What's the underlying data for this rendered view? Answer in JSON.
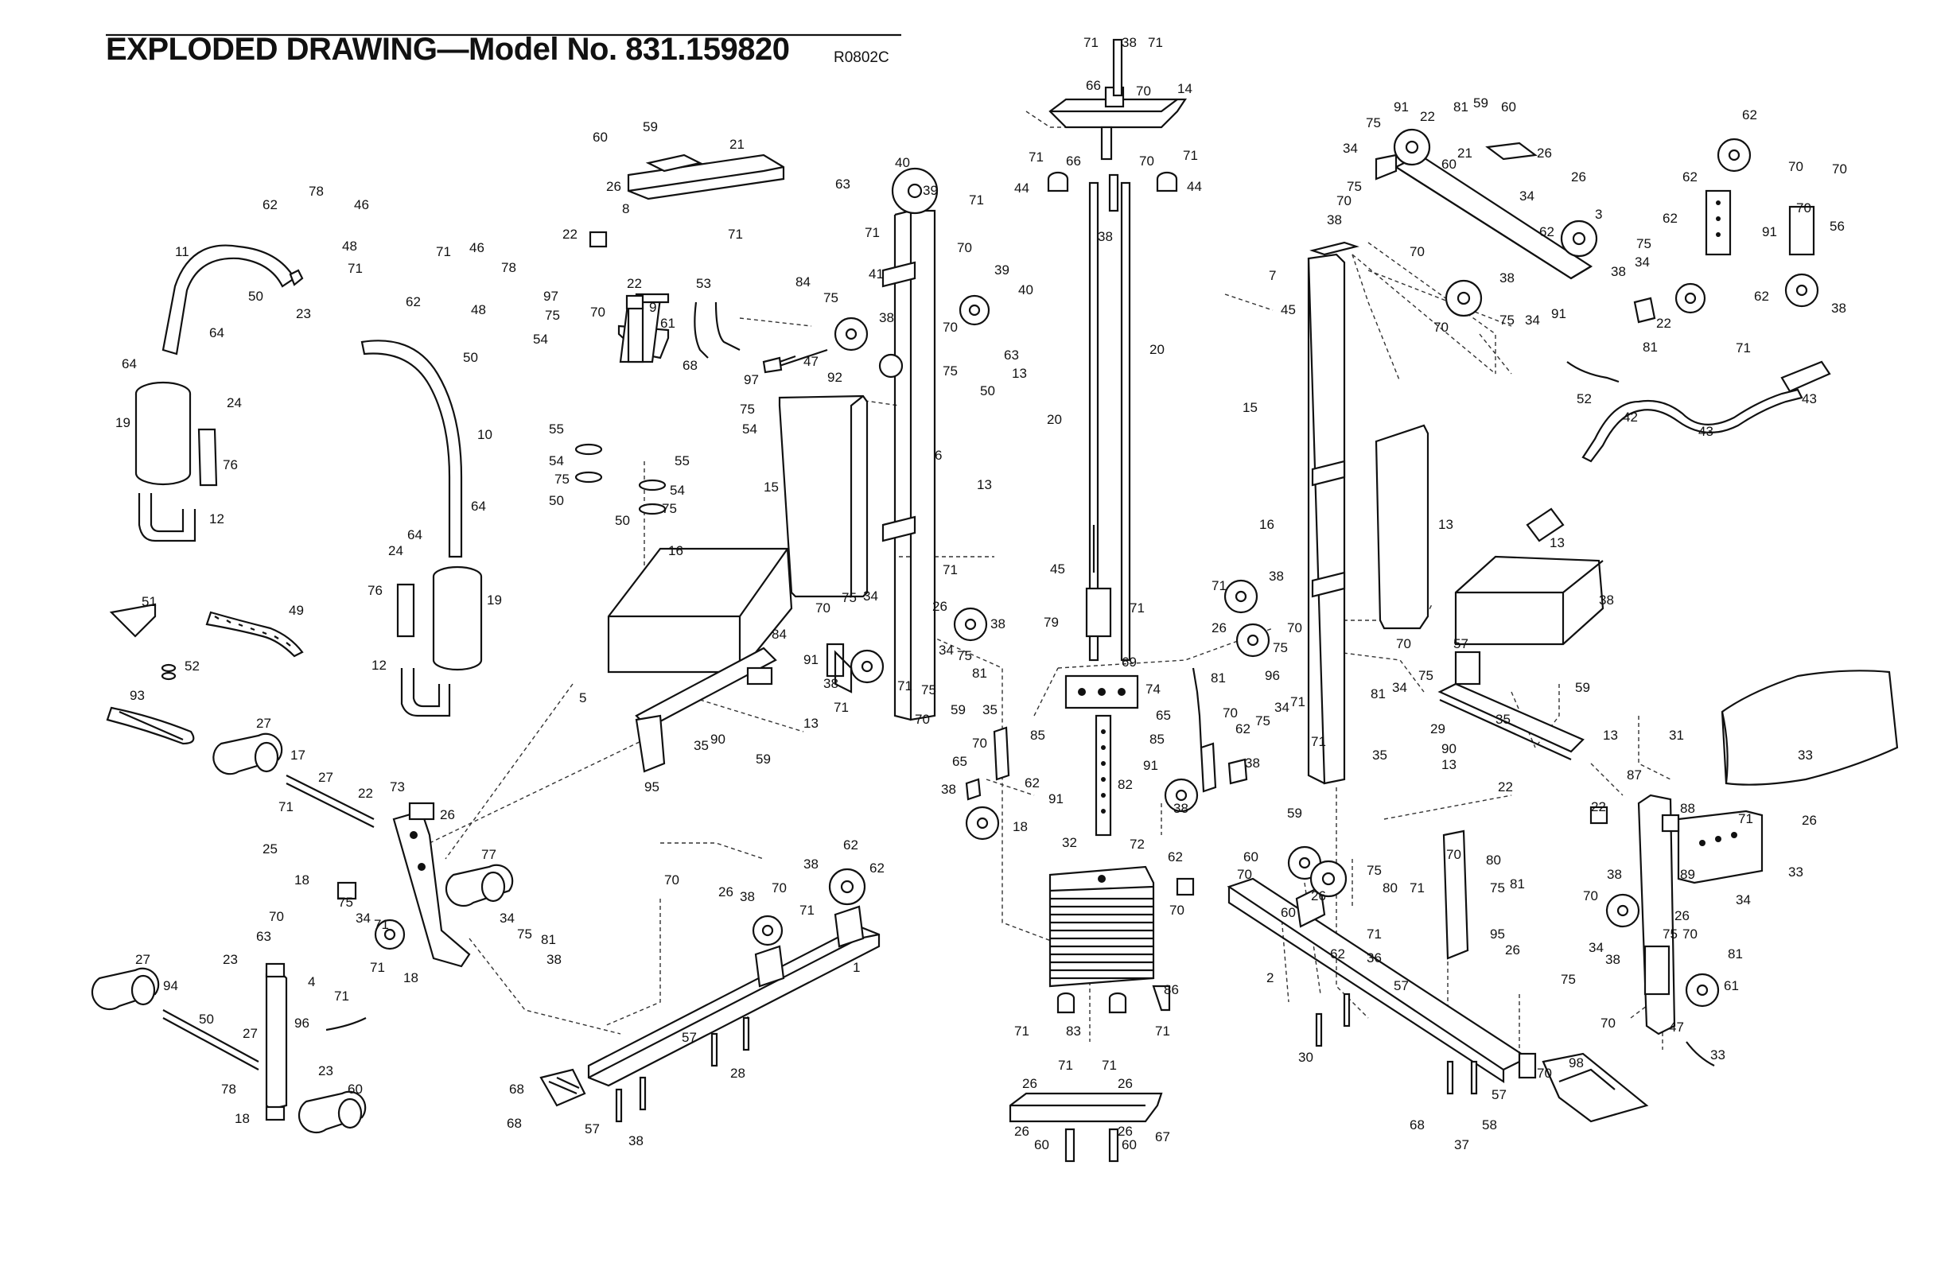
{
  "header": {
    "title": "EXPLODED DRAWING—Model No. 831.159820",
    "code": "R0802C"
  },
  "callouts": [
    {
      "id": "c1",
      "text": "71"
    },
    {
      "id": "c2",
      "text": "38"
    },
    {
      "id": "c3",
      "text": "71"
    },
    {
      "id": "c4",
      "text": "66"
    },
    {
      "id": "c5",
      "text": "70"
    },
    {
      "id": "c6",
      "text": "14"
    },
    {
      "id": "c7",
      "text": "71"
    },
    {
      "id": "c8",
      "text": "66"
    },
    {
      "id": "c9",
      "text": "70"
    },
    {
      "id": "c10",
      "text": "71"
    },
    {
      "id": "c11",
      "text": "44"
    },
    {
      "id": "c12",
      "text": "44"
    },
    {
      "id": "c13",
      "text": "38"
    },
    {
      "id": "c14",
      "text": "20"
    },
    {
      "id": "c15",
      "text": "20"
    },
    {
      "id": "c16",
      "text": "45"
    },
    {
      "id": "c17",
      "text": "71"
    },
    {
      "id": "c18",
      "text": "79"
    },
    {
      "id": "c19",
      "text": "69"
    },
    {
      "id": "c20",
      "text": "74"
    },
    {
      "id": "c21",
      "text": "82"
    },
    {
      "id": "c22",
      "text": "32"
    },
    {
      "id": "c23",
      "text": "72"
    },
    {
      "id": "c24",
      "text": "86"
    },
    {
      "id": "c25",
      "text": "83"
    },
    {
      "id": "c26",
      "text": "71"
    },
    {
      "id": "c27",
      "text": "71"
    },
    {
      "id": "c28",
      "text": "26"
    },
    {
      "id": "c29",
      "text": "71"
    },
    {
      "id": "c30",
      "text": "71"
    },
    {
      "id": "c31",
      "text": "26"
    },
    {
      "id": "c32",
      "text": "26"
    },
    {
      "id": "c33",
      "text": "26"
    },
    {
      "id": "c34",
      "text": "67"
    },
    {
      "id": "c35",
      "text": "60"
    },
    {
      "id": "c36",
      "text": "60"
    },
    {
      "id": "c37",
      "text": "59"
    },
    {
      "id": "c38",
      "text": "60"
    },
    {
      "id": "c39",
      "text": "21"
    },
    {
      "id": "c40",
      "text": "26"
    },
    {
      "id": "c41",
      "text": "8"
    },
    {
      "id": "c42",
      "text": "71"
    },
    {
      "id": "c43",
      "text": "22"
    },
    {
      "id": "c44",
      "text": "62"
    },
    {
      "id": "c45",
      "text": "78"
    },
    {
      "id": "c46",
      "text": "46"
    },
    {
      "id": "c47",
      "text": "48"
    },
    {
      "id": "c48",
      "text": "71"
    },
    {
      "id": "c49",
      "text": "11"
    },
    {
      "id": "c50",
      "text": "50"
    },
    {
      "id": "c51",
      "text": "23"
    },
    {
      "id": "c52",
      "text": "64"
    },
    {
      "id": "c53",
      "text": "64"
    },
    {
      "id": "c54",
      "text": "19"
    },
    {
      "id": "c55",
      "text": "24"
    },
    {
      "id": "c56",
      "text": "76"
    },
    {
      "id": "c57",
      "text": "12"
    },
    {
      "id": "c58",
      "text": "71"
    },
    {
      "id": "c59",
      "text": "46"
    },
    {
      "id": "c60",
      "text": "78"
    },
    {
      "id": "c61",
      "text": "62"
    },
    {
      "id": "c62",
      "text": "48"
    },
    {
      "id": "c63",
      "text": "50"
    },
    {
      "id": "c64",
      "text": "10"
    },
    {
      "id": "c65",
      "text": "64"
    },
    {
      "id": "c66",
      "text": "64"
    },
    {
      "id": "c67",
      "text": "24"
    },
    {
      "id": "c68",
      "text": "76"
    },
    {
      "id": "c69",
      "text": "19"
    },
    {
      "id": "c70",
      "text": "12"
    },
    {
      "id": "c71",
      "text": "51"
    },
    {
      "id": "c72",
      "text": "49"
    },
    {
      "id": "c73",
      "text": "52"
    },
    {
      "id": "c74",
      "text": "93"
    },
    {
      "id": "c75",
      "text": "97"
    },
    {
      "id": "c76",
      "text": "70"
    },
    {
      "id": "c77",
      "text": "9"
    },
    {
      "id": "c78",
      "text": "22"
    },
    {
      "id": "c79",
      "text": "53"
    },
    {
      "id": "c80",
      "text": "75"
    },
    {
      "id": "c81",
      "text": "54"
    },
    {
      "id": "c82",
      "text": "61"
    },
    {
      "id": "c83",
      "text": "68"
    },
    {
      "id": "c84",
      "text": "97"
    },
    {
      "id": "c85",
      "text": "75"
    },
    {
      "id": "c86",
      "text": "54"
    },
    {
      "id": "c87",
      "text": "55"
    },
    {
      "id": "c88",
      "text": "54"
    },
    {
      "id": "c89",
      "text": "75"
    },
    {
      "id": "c90",
      "text": "50"
    },
    {
      "id": "c91",
      "text": "55"
    },
    {
      "id": "c92",
      "text": "54"
    },
    {
      "id": "c93",
      "text": "75"
    },
    {
      "id": "c94",
      "text": "50"
    },
    {
      "id": "c95",
      "text": "63"
    },
    {
      "id": "c96",
      "text": "40"
    },
    {
      "id": "c97",
      "text": "39"
    },
    {
      "id": "c98",
      "text": "71"
    },
    {
      "id": "c99",
      "text": "71"
    },
    {
      "id": "c100",
      "text": "84"
    },
    {
      "id": "c101",
      "text": "75"
    },
    {
      "id": "c102",
      "text": "41"
    },
    {
      "id": "c103",
      "text": "38"
    },
    {
      "id": "c104",
      "text": "47"
    },
    {
      "id": "c105",
      "text": "92"
    },
    {
      "id": "c106",
      "text": "70"
    },
    {
      "id": "c107",
      "text": "39"
    },
    {
      "id": "c108",
      "text": "40"
    },
    {
      "id": "c109",
      "text": "70"
    },
    {
      "id": "c110",
      "text": "63"
    },
    {
      "id": "c111",
      "text": "75"
    },
    {
      "id": "c112",
      "text": "13"
    },
    {
      "id": "c113",
      "text": "50"
    },
    {
      "id": "c114",
      "text": "15"
    },
    {
      "id": "c115",
      "text": "6"
    },
    {
      "id": "c116",
      "text": "13"
    },
    {
      "id": "c117",
      "text": "16"
    },
    {
      "id": "c118",
      "text": "71"
    },
    {
      "id": "c119",
      "text": "26"
    },
    {
      "id": "c120",
      "text": "38"
    },
    {
      "id": "c121",
      "text": "70"
    },
    {
      "id": "c122",
      "text": "75"
    },
    {
      "id": "c123",
      "text": "34"
    },
    {
      "id": "c124",
      "text": "84"
    },
    {
      "id": "c125",
      "text": "91"
    },
    {
      "id": "c126",
      "text": "38"
    },
    {
      "id": "c127",
      "text": "34"
    },
    {
      "id": "c128",
      "text": "75"
    },
    {
      "id": "c129",
      "text": "81"
    },
    {
      "id": "c130",
      "text": "71"
    },
    {
      "id": "c131",
      "text": "71"
    },
    {
      "id": "c132",
      "text": "75"
    },
    {
      "id": "c133",
      "text": "70"
    },
    {
      "id": "c134",
      "text": "59"
    },
    {
      "id": "c135",
      "text": "5"
    },
    {
      "id": "c136",
      "text": "35"
    },
    {
      "id": "c137",
      "text": "90"
    },
    {
      "id": "c138",
      "text": "59"
    },
    {
      "id": "c139",
      "text": "13"
    },
    {
      "id": "c140",
      "text": "95"
    },
    {
      "id": "c141",
      "text": "35"
    },
    {
      "id": "c142",
      "text": "85"
    },
    {
      "id": "c143",
      "text": "70"
    },
    {
      "id": "c144",
      "text": "65"
    },
    {
      "id": "c145",
      "text": "62"
    },
    {
      "id": "c146",
      "text": "91"
    },
    {
      "id": "c147",
      "text": "38"
    },
    {
      "id": "c148",
      "text": "18"
    },
    {
      "id": "c149",
      "text": "27"
    },
    {
      "id": "c150",
      "text": "17"
    },
    {
      "id": "c151",
      "text": "27"
    },
    {
      "id": "c152",
      "text": "22"
    },
    {
      "id": "c153",
      "text": "73"
    },
    {
      "id": "c154",
      "text": "26"
    },
    {
      "id": "c155",
      "text": "71"
    },
    {
      "id": "c156",
      "text": "25"
    },
    {
      "id": "c157",
      "text": "18"
    },
    {
      "id": "c158",
      "text": "77"
    },
    {
      "id": "c159",
      "text": "70"
    },
    {
      "id": "c160",
      "text": "75"
    },
    {
      "id": "c161",
      "text": "34"
    },
    {
      "id": "c162",
      "text": "71"
    },
    {
      "id": "c163",
      "text": "34"
    },
    {
      "id": "c164",
      "text": "75"
    },
    {
      "id": "c165",
      "text": "81"
    },
    {
      "id": "c166",
      "text": "38"
    },
    {
      "id": "c167",
      "text": "71"
    },
    {
      "id": "c168",
      "text": "18"
    },
    {
      "id": "c169",
      "text": "27"
    },
    {
      "id": "c170",
      "text": "94"
    },
    {
      "id": "c171",
      "text": "50"
    },
    {
      "id": "c172",
      "text": "23"
    },
    {
      "id": "c173",
      "text": "63"
    },
    {
      "id": "c174",
      "text": "4"
    },
    {
      "id": "c175",
      "text": "96"
    },
    {
      "id": "c176",
      "text": "71"
    },
    {
      "id": "c177",
      "text": "27"
    },
    {
      "id": "c178",
      "text": "78"
    },
    {
      "id": "c179",
      "text": "23"
    },
    {
      "id": "c180",
      "text": "18"
    },
    {
      "id": "c181",
      "text": "60"
    },
    {
      "id": "c182",
      "text": "70"
    },
    {
      "id": "c183",
      "text": "26"
    },
    {
      "id": "c184",
      "text": "38"
    },
    {
      "id": "c185",
      "text": "70"
    },
    {
      "id": "c186",
      "text": "38"
    },
    {
      "id": "c187",
      "text": "62"
    },
    {
      "id": "c188",
      "text": "62"
    },
    {
      "id": "c189",
      "text": "71"
    },
    {
      "id": "c190",
      "text": "1"
    },
    {
      "id": "c191",
      "text": "57"
    },
    {
      "id": "c192",
      "text": "28"
    },
    {
      "id": "c193",
      "text": "68"
    },
    {
      "id": "c194",
      "text": "68"
    },
    {
      "id": "c195",
      "text": "57"
    },
    {
      "id": "c196",
      "text": "38"
    },
    {
      "id": "c197",
      "text": "91"
    },
    {
      "id": "c198",
      "text": "75"
    },
    {
      "id": "c199",
      "text": "81"
    },
    {
      "id": "c200",
      "text": "59"
    },
    {
      "id": "c201",
      "text": "60"
    },
    {
      "id": "c202",
      "text": "21"
    },
    {
      "id": "c203",
      "text": "26"
    },
    {
      "id": "c204",
      "text": "60"
    },
    {
      "id": "c205",
      "text": "26"
    },
    {
      "id": "c206",
      "text": "34"
    },
    {
      "id": "c207",
      "text": "22"
    },
    {
      "id": "c208",
      "text": "34"
    },
    {
      "id": "c209",
      "text": "75"
    },
    {
      "id": "c210",
      "text": "70"
    },
    {
      "id": "c211",
      "text": "38"
    },
    {
      "id": "c212",
      "text": "3"
    },
    {
      "id": "c213",
      "text": "62"
    },
    {
      "id": "c214",
      "text": "70"
    },
    {
      "id": "c215",
      "text": "38"
    },
    {
      "id": "c216",
      "text": "70"
    },
    {
      "id": "c217",
      "text": "75"
    },
    {
      "id": "c218",
      "text": "34"
    },
    {
      "id": "c219",
      "text": "91"
    },
    {
      "id": "c220",
      "text": "22"
    },
    {
      "id": "c221",
      "text": "81"
    },
    {
      "id": "c222",
      "text": "75"
    },
    {
      "id": "c223",
      "text": "34"
    },
    {
      "id": "c224",
      "text": "38"
    },
    {
      "id": "c225",
      "text": "62"
    },
    {
      "id": "c226",
      "text": "62"
    },
    {
      "id": "c227",
      "text": "70"
    },
    {
      "id": "c228",
      "text": "70"
    },
    {
      "id": "c229",
      "text": "70"
    },
    {
      "id": "c230",
      "text": "62"
    },
    {
      "id": "c231",
      "text": "91"
    },
    {
      "id": "c232",
      "text": "56"
    },
    {
      "id": "c233",
      "text": "62"
    },
    {
      "id": "c234",
      "text": "38"
    },
    {
      "id": "c235",
      "text": "71"
    },
    {
      "id": "c236",
      "text": "7"
    },
    {
      "id": "c237",
      "text": "45"
    },
    {
      "id": "c238",
      "text": "52"
    },
    {
      "id": "c239",
      "text": "42"
    },
    {
      "id": "c240",
      "text": "43"
    },
    {
      "id": "c241",
      "text": "43"
    },
    {
      "id": "c242",
      "text": "13"
    },
    {
      "id": "c243",
      "text": "15"
    },
    {
      "id": "c244",
      "text": "13"
    },
    {
      "id": "c245",
      "text": "16"
    },
    {
      "id": "c246",
      "text": "38"
    },
    {
      "id": "c247",
      "text": "71"
    },
    {
      "id": "c248",
      "text": "38"
    },
    {
      "id": "c249",
      "text": "26"
    },
    {
      "id": "c250",
      "text": "75"
    },
    {
      "id": "c251",
      "text": "70"
    },
    {
      "id": "c252",
      "text": "70"
    },
    {
      "id": "c253",
      "text": "75"
    },
    {
      "id": "c254",
      "text": "34"
    },
    {
      "id": "c255",
      "text": "81"
    },
    {
      "id": "c256",
      "text": "96"
    },
    {
      "id": "c257",
      "text": "81"
    },
    {
      "id": "c258",
      "text": "75"
    },
    {
      "id": "c259",
      "text": "34"
    },
    {
      "id": "c260",
      "text": "71"
    },
    {
      "id": "c261",
      "text": "71"
    },
    {
      "id": "c262",
      "text": "35"
    },
    {
      "id": "c263",
      "text": "65"
    },
    {
      "id": "c264",
      "text": "85"
    },
    {
      "id": "c265",
      "text": "70"
    },
    {
      "id": "c266",
      "text": "62"
    },
    {
      "id": "c267",
      "text": "91"
    },
    {
      "id": "c268",
      "text": "38"
    },
    {
      "id": "c269",
      "text": "38"
    },
    {
      "id": "c270",
      "text": "59"
    },
    {
      "id": "c271",
      "text": "57"
    },
    {
      "id": "c272",
      "text": "59"
    },
    {
      "id": "c273",
      "text": "29"
    },
    {
      "id": "c274",
      "text": "35"
    },
    {
      "id": "c275",
      "text": "90"
    },
    {
      "id": "c276",
      "text": "13"
    },
    {
      "id": "c277",
      "text": "13"
    },
    {
      "id": "c278",
      "text": "22"
    },
    {
      "id": "c279",
      "text": "31"
    },
    {
      "id": "c280",
      "text": "33"
    },
    {
      "id": "c281",
      "text": "87"
    },
    {
      "id": "c282",
      "text": "22"
    },
    {
      "id": "c283",
      "text": "88"
    },
    {
      "id": "c284",
      "text": "71"
    },
    {
      "id": "c285",
      "text": "26"
    },
    {
      "id": "c286",
      "text": "33"
    },
    {
      "id": "c287",
      "text": "62"
    },
    {
      "id": "c288",
      "text": "70"
    },
    {
      "id": "c289",
      "text": "60"
    },
    {
      "id": "c290",
      "text": "70"
    },
    {
      "id": "c291",
      "text": "26"
    },
    {
      "id": "c292",
      "text": "60"
    },
    {
      "id": "c293",
      "text": "75"
    },
    {
      "id": "c294",
      "text": "80"
    },
    {
      "id": "c295",
      "text": "71"
    },
    {
      "id": "c296",
      "text": "70"
    },
    {
      "id": "c297",
      "text": "80"
    },
    {
      "id": "c298",
      "text": "75"
    },
    {
      "id": "c299",
      "text": "81"
    },
    {
      "id": "c300",
      "text": "71"
    },
    {
      "id": "c301",
      "text": "36"
    },
    {
      "id": "c302",
      "text": "95"
    },
    {
      "id": "c303",
      "text": "26"
    },
    {
      "id": "c304",
      "text": "62"
    },
    {
      "id": "c305",
      "text": "2"
    },
    {
      "id": "c306",
      "text": "57"
    },
    {
      "id": "c307",
      "text": "30"
    },
    {
      "id": "c308",
      "text": "38"
    },
    {
      "id": "c309",
      "text": "70"
    },
    {
      "id": "c310",
      "text": "89"
    },
    {
      "id": "c311",
      "text": "26"
    },
    {
      "id": "c312",
      "text": "34"
    },
    {
      "id": "c313",
      "text": "75"
    },
    {
      "id": "c314",
      "text": "70"
    },
    {
      "id": "c315",
      "text": "81"
    },
    {
      "id": "c316",
      "text": "75"
    },
    {
      "id": "c317",
      "text": "34"
    },
    {
      "id": "c318",
      "text": "38"
    },
    {
      "id": "c319",
      "text": "61"
    },
    {
      "id": "c320",
      "text": "70"
    },
    {
      "id": "c321",
      "text": "47"
    },
    {
      "id": "c322",
      "text": "33"
    },
    {
      "id": "c323",
      "text": "70"
    },
    {
      "id": "c324",
      "text": "98"
    },
    {
      "id": "c325",
      "text": "57"
    },
    {
      "id": "c326",
      "text": "68"
    },
    {
      "id": "c327",
      "text": "58"
    },
    {
      "id": "c328",
      "text": "37"
    }
  ]
}
